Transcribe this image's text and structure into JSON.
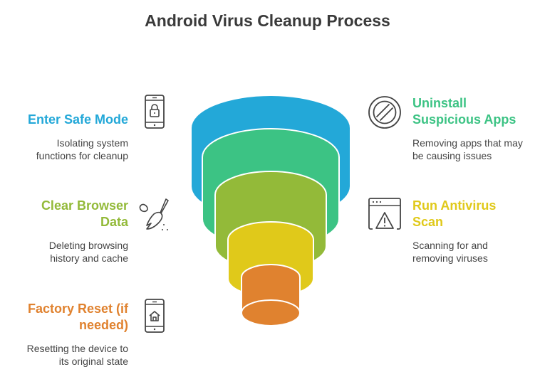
{
  "title": "Android Virus Cleanup Process",
  "colors": {
    "blue": "#23a8d8",
    "green": "#3cc384",
    "olive": "#93ba39",
    "yellow": "#e0c91a",
    "orange": "#e0822f"
  },
  "steps": [
    {
      "title": "Enter Safe Mode",
      "desc": "Isolating system functions for cleanup",
      "icon": "phone-lock-icon",
      "color": "#23a8d8"
    },
    {
      "title": "Uninstall Suspicious Apps",
      "desc": "Removing apps that may be causing issues",
      "icon": "prohibited-icon",
      "color": "#3cc384"
    },
    {
      "title": "Clear Browser Data",
      "desc": "Deleting browsing history and cache",
      "icon": "broom-icon",
      "color": "#93ba39"
    },
    {
      "title": "Run Antivirus Scan",
      "desc": "Scanning for and removing viruses",
      "icon": "browser-warning-icon",
      "color": "#e0c91a"
    },
    {
      "title": "Factory Reset (if needed)",
      "desc": "Resetting the device to its original state",
      "icon": "phone-home-icon",
      "color": "#e0822f"
    }
  ]
}
